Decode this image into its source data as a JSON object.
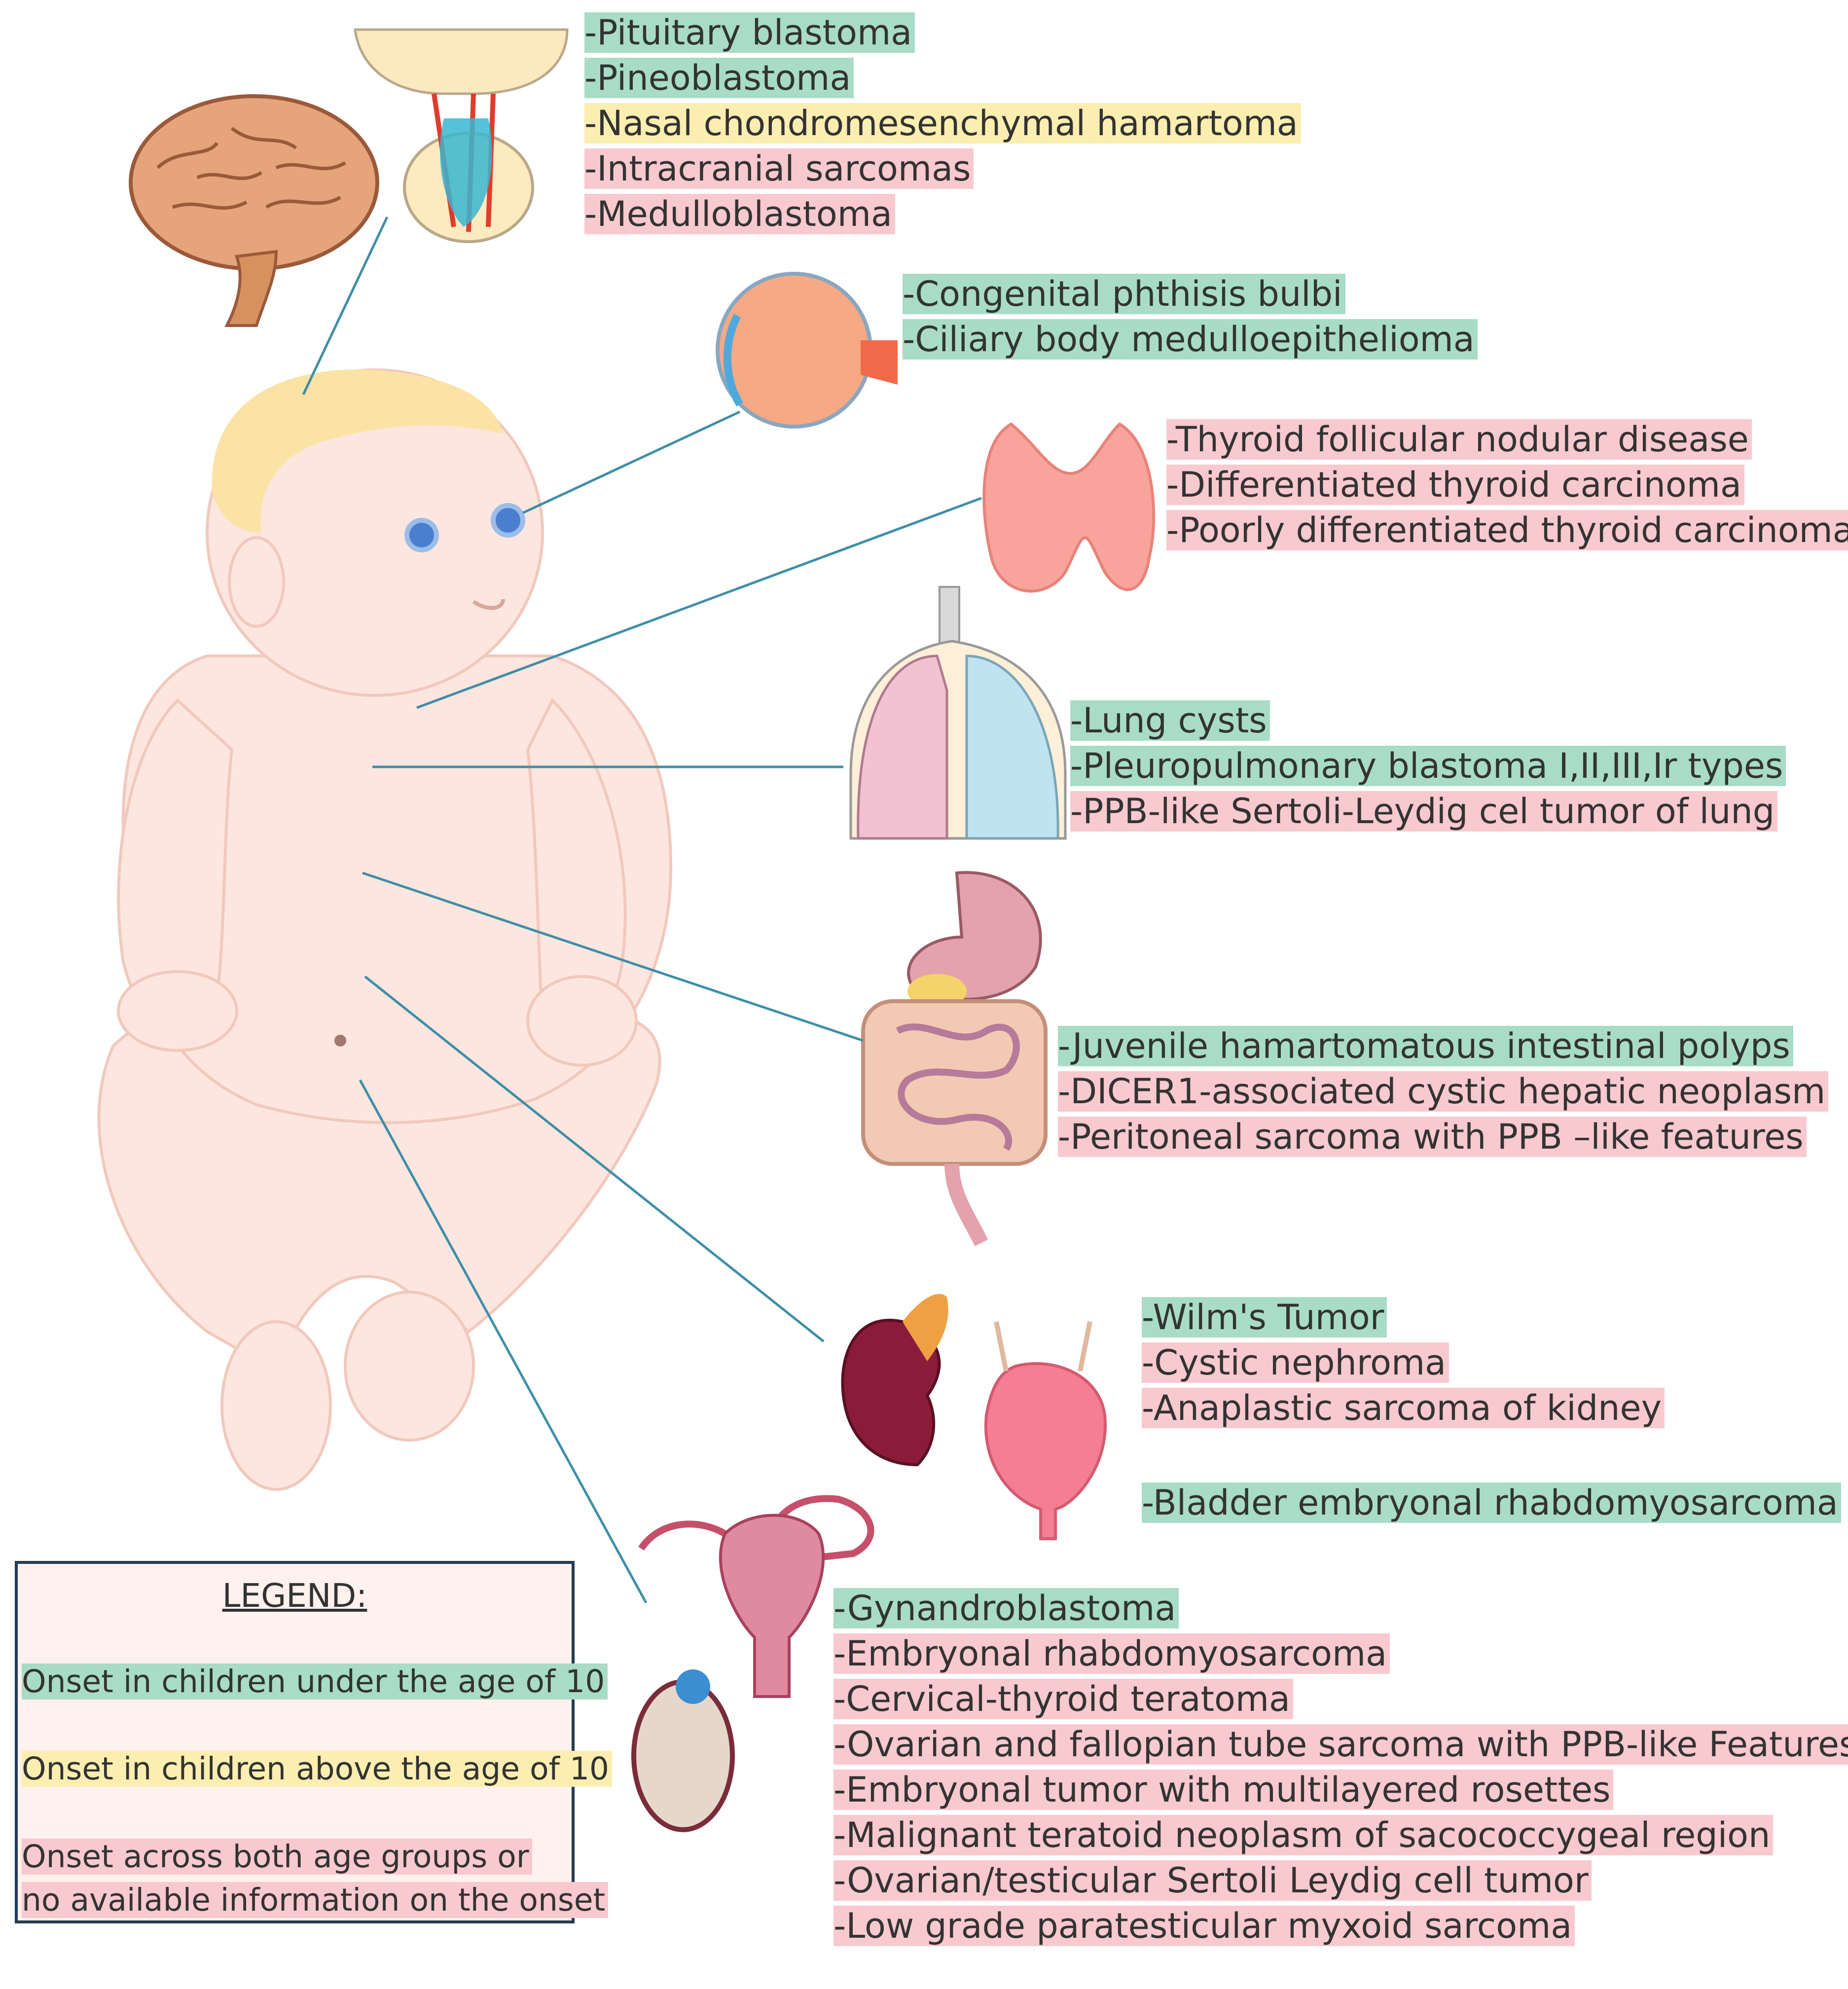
{
  "groups": {
    "brain": [
      {
        "text": "-Pituitary blastoma",
        "onset": "green"
      },
      {
        "text": "-Pineoblastoma",
        "onset": "green"
      },
      {
        "text": "-Nasal chondromesenchymal hamartoma",
        "onset": "yellow"
      },
      {
        "text": "-Intracranial sarcomas",
        "onset": "pink"
      },
      {
        "text": "-Medulloblastoma",
        "onset": "pink"
      }
    ],
    "eye": [
      {
        "text": "-Congenital phthisis bulbi",
        "onset": "green"
      },
      {
        "text": "-Ciliary body medulloepithelioma",
        "onset": "green"
      }
    ],
    "thyroid": [
      {
        "text": "-Thyroid follicular nodular disease",
        "onset": "pink"
      },
      {
        "text": "-Differentiated thyroid carcinoma",
        "onset": "pink"
      },
      {
        "text": "-Poorly differentiated thyroid carcinoma",
        "onset": "pink"
      }
    ],
    "lung": [
      {
        "text": "-Lung cysts",
        "onset": "green"
      },
      {
        "text": "-Pleuropulmonary blastoma I,II,III,Ir types",
        "onset": "green"
      },
      {
        "text": "-PPB-like Sertoli-Leydig cel tumor of lung",
        "onset": "pink"
      }
    ],
    "intestine": [
      {
        "text": "-Juvenile hamartomatous intestinal polyps",
        "onset": "green"
      },
      {
        "text": "-DICER1-associated cystic hepatic neoplasm",
        "onset": "pink"
      },
      {
        "text": "-Peritoneal sarcoma with PPB –like features",
        "onset": "pink"
      }
    ],
    "kidney": [
      {
        "text": "-Wilm's Tumor",
        "onset": "green"
      },
      {
        "text": "-Cystic nephroma",
        "onset": "pink"
      },
      {
        "text": "-Anaplastic sarcoma of kidney",
        "onset": "pink"
      },
      {
        "text": "",
        "onset": "none"
      },
      {
        "text": "-Bladder embryonal rhabdomyosarcoma",
        "onset": "green"
      }
    ],
    "reproductive": [
      {
        "text": "-Gynandroblastoma",
        "onset": "green"
      },
      {
        "text": "-Embryonal rhabdomyosarcoma",
        "onset": "pink"
      },
      {
        "text": "-Cervical-thyroid teratoma",
        "onset": "pink"
      },
      {
        "text": "-Ovarian and fallopian tube sarcoma with PPB-like Features",
        "onset": "pink"
      },
      {
        "text": "-Embryonal tumor with multilayered rosettes",
        "onset": "pink"
      },
      {
        "text": "-Malignant teratoid neoplasm of sacococcygeal region",
        "onset": "pink"
      },
      {
        "text": "-Ovarian/testicular Sertoli Leydig cell tumor",
        "onset": "pink"
      },
      {
        "text": "-Low grade paratesticular myxoid sarcoma",
        "onset": "pink"
      }
    ]
  },
  "legend": {
    "title": "LEGEND:",
    "green": "Onset in children under the age of 10",
    "yellow": "Onset in children above the age of 10",
    "pink_line1": "Onset across both age groups or",
    "pink_line2": "no available information on the onset"
  },
  "colors": {
    "green": "#a8dcc6",
    "yellow": "#fbeeb0",
    "pink": "#f8c9cf",
    "connector": "#3f8ea8",
    "skin": "#fde6df"
  }
}
